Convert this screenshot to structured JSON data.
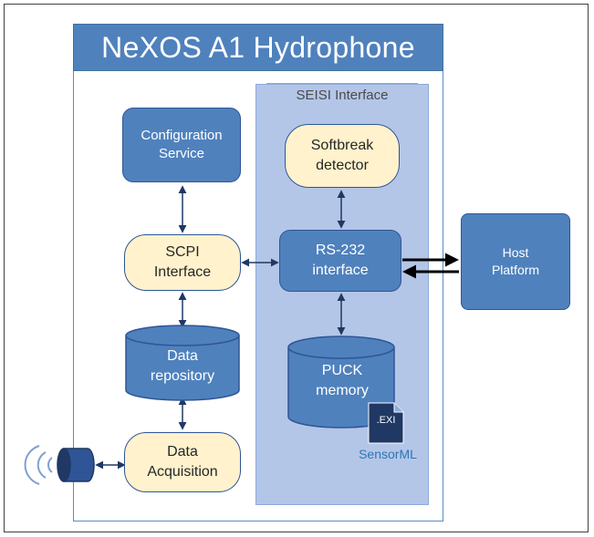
{
  "title": "NeXOS A1 Hydrophone",
  "seisi_label": "SEISI Interface",
  "blocks": {
    "config": "Configuration\nService",
    "scpi": "SCPI\nInterface",
    "repo": "Data\nrepository",
    "acq": "Data\nAcquisition",
    "softbreak": "Softbreak\ndetector",
    "rs232": "RS-232\ninterface",
    "puck": "PUCK\nmemory",
    "host": "Host\nPlatform"
  },
  "file_tag": ".EXI",
  "sensorml": "SensorML",
  "colors": {
    "blue": "#4f81bd",
    "cream": "#fff2cc",
    "seisi_fill": "#b4c6e7",
    "dark_blue": "#2f5597"
  }
}
